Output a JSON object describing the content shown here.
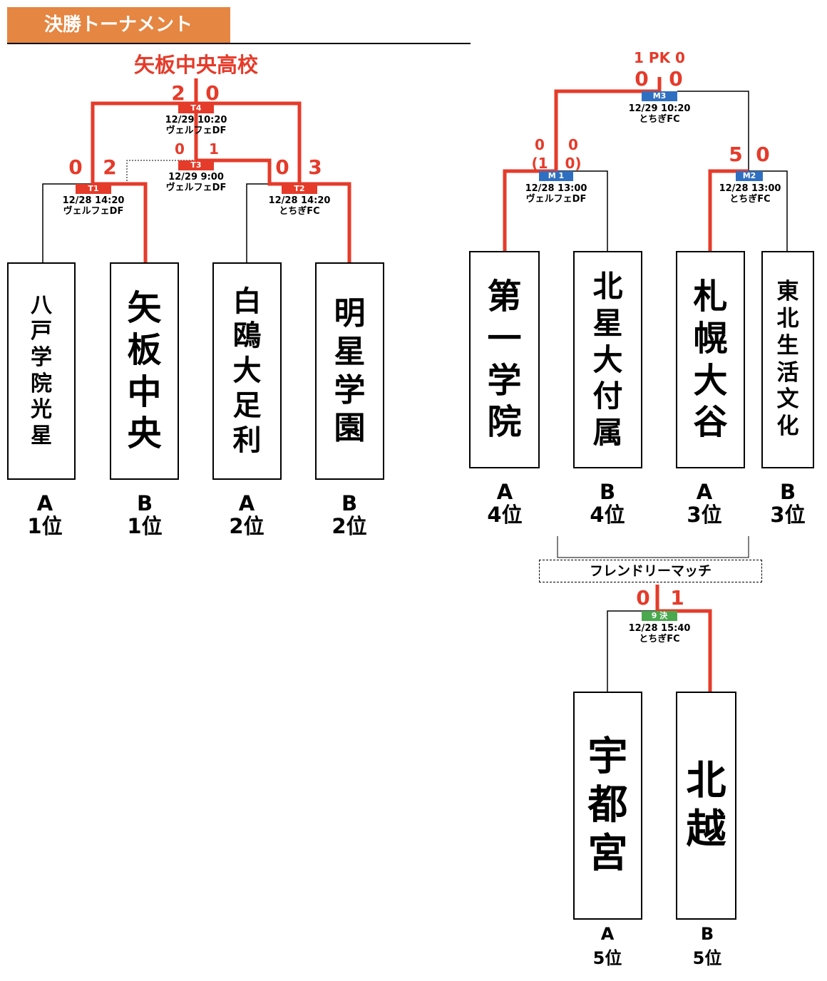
{
  "header": {
    "title": "決勝トーナメント"
  },
  "champion": "矢板中央高校",
  "tags": {
    "t1": "T1",
    "t2": "T2",
    "t3": "T3",
    "t4": "T4",
    "m1": "M 1",
    "m2": "M2",
    "m3": "M3",
    "k9": "9 決"
  },
  "matches": {
    "t1": {
      "datetime": "12/28 14:20",
      "venue": "ヴェルフェDF",
      "score_left": "0",
      "score_right": "2"
    },
    "t2": {
      "datetime": "12/28 14:20",
      "venue": "とちぎFC",
      "score_left": "0",
      "score_right": "3"
    },
    "t3": {
      "datetime": "12/29 9:00",
      "venue": "ヴェルフェDF",
      "score_left": "0",
      "score_right": "1"
    },
    "t4": {
      "datetime": "12/29 10:20",
      "venue": "ヴェルフェDF",
      "score_left": "2",
      "score_right": "0"
    },
    "m1": {
      "datetime": "12/28 13:00",
      "venue": "ヴェルフェDF",
      "score_left": "0",
      "score_right": "0",
      "pk_left": "(1",
      "pk_right": "0)"
    },
    "m2": {
      "datetime": "12/28 13:00",
      "venue": "とちぎFC",
      "score_left": "5",
      "score_right": "0"
    },
    "m3": {
      "datetime": "12/29 10:20",
      "venue": "とちぎFC",
      "score_left": "0",
      "score_right": "0",
      "pk_line": "1 PK 0"
    },
    "k9": {
      "datetime": "12/28 15:40",
      "venue": "とちぎFC",
      "score_left": "0",
      "score_right": "1"
    }
  },
  "friendly_label": "フレンドリーマッチ",
  "teams": [
    {
      "name": "八戸学院光星",
      "group": "A",
      "rank": "1位"
    },
    {
      "name": "矢板中央",
      "group": "B",
      "rank": "1位"
    },
    {
      "name": "白鴎大足利",
      "group": "A",
      "rank": "2位"
    },
    {
      "name": "明星学園",
      "group": "B",
      "rank": "2位"
    },
    {
      "name": "第一学院",
      "group": "A",
      "rank": "4位"
    },
    {
      "name": "北星大付属",
      "group": "B",
      "rank": "4位"
    },
    {
      "name": "札幌大谷",
      "group": "A",
      "rank": "3位"
    },
    {
      "name": "東北生活文化",
      "group": "B",
      "rank": "3位"
    },
    {
      "name": "宇都宮",
      "group": "A",
      "rank": "5位"
    },
    {
      "name": "北越",
      "group": "B",
      "rank": "5位"
    }
  ],
  "colors": {
    "accent": "#e58642",
    "win_line": "#e53b2a",
    "m_tag": "#2f6fc2",
    "k_tag": "#4aa84f"
  }
}
